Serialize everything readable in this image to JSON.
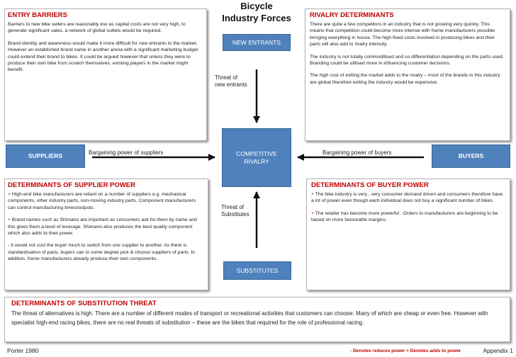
{
  "title": {
    "line1": "Bicycle",
    "line2": "Industry Forces"
  },
  "entry_barriers": {
    "heading": "ENTRY BARRIERS",
    "para1": "Barriers to new bike sellers are reasonably low as capital costs are not very high, to generate significant sales, a network of global  outlets would be required.",
    "para2": "Brand identity and awareness would make it more difficult for new entrants to the market. However an established brand name in another arena with a significant marketing budget could extend their brand to bikes. It could be argued however that unless they were to produce their own bike from scratch themselves, existing players in the market might benefit."
  },
  "rivalry": {
    "heading": "RIVALRY DETERMINANTS",
    "para1": "There are quite a few competitors in an industry that is not growing very quickly. This means that competition could become more intense with frame manufacturers possible bringing everything in house. The high fixed costs involved in producing bikes and their parts will also add to rivalry intensity.",
    "para2": "The industry is not totally commoditised and so differentiation depending on the parts used. Branding could be utilised more in influencing customer decisions.",
    "para3": "The high cost of exiting the market adds to the rivalry – most of the brands in this industry are global therefore exiting the industry would be expensive."
  },
  "nodes": {
    "new_entrants": "NEW ENTRANTS",
    "competitive_rivalry": "COMPETITIVE RIVALRY",
    "suppliers": "SUPPLIERS",
    "buyers": "BUYERS",
    "substitutes": "SUBSTITUTES"
  },
  "labels": {
    "threat_new_entrants_1": "Threat of",
    "threat_new_entrants_2": "new entrants",
    "bargaining_suppliers": "Bargaining power of suppliers",
    "bargaining_buyers": "Bargaining power of buyers",
    "threat_substitutes_1": "Threat of",
    "threat_substitutes_2": "Substitutes"
  },
  "supplier_power": {
    "heading": "DETERMINANTS OF SUPPLIER POWER",
    "para1_sign": "+",
    "para1": " High-end bike manufacturers are reliant on a number of suppliers e.g. mechanical components, other industry parts, non-moving industry parts. Component manufacturers can control manufacturing times/outputs.",
    "para2_sign": "+",
    "para2": " Brand names such as Shimano are important  as consumers ask for them by name and this gives them a level of leverage.  Shimano also produces the best quality component which also adds to their power.",
    "para3": " - It would not cost the buyer much to switch from one supplier to another. As there is standardisation of parts, buyers can to some degree pick & choose suppliers of parts. In addition, frame manufacturers already produce their own components."
  },
  "buyer_power": {
    "heading": "DETERMINANTS OF BUYER POWER",
    "para1_sign": "+",
    "para1": " The bike industry is very , very consumer demand driven and consumers therefore have a lot of power even though each individual does not buy a significant number of bikes.",
    "para2_sign": "+",
    "para2": " The retailer has become more powerful . Orders  to manufacturers are beginning to be based on more favourable margins."
  },
  "substitution": {
    "heading": "DETERMINANTS OF SUBSTITUTION THREAT",
    "text": "The threat of alternatives is high. There are a number of different modes of transport or recreational activities that customers can choose. Many of which are cheap or even free. However with specialist high-end racing bikes, there are no real threats of substitution – these are the bikes that required for the role of professional racing."
  },
  "footer": {
    "source": "Porter 1980",
    "legend": "- Denotes reduces power  + Denotes adds to power",
    "appendix": "Appendix 1"
  },
  "colors": {
    "heading_red": "#c00000",
    "node_blue": "#4f81bd"
  }
}
